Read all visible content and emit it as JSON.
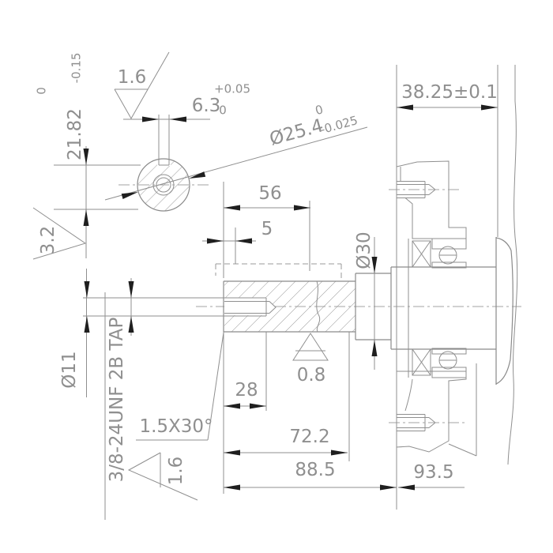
{
  "colors": {
    "line": "#8f8f8f",
    "arrow": "#1f1f1f",
    "background": "#ffffff"
  },
  "labels": {
    "keyway_depth": {
      "value": "21.82",
      "tol_upper": "0",
      "tol_lower": "-0.15"
    },
    "keyway_width": {
      "value": "6.3",
      "tol_upper": "+0.05",
      "tol_lower": "0"
    },
    "shaft_diameter": {
      "value": "Ø25.4",
      "tol_upper": "0",
      "tol_lower": "-0.025"
    },
    "bearing_span": "38.25±0.1",
    "keyway_length": "56",
    "keyway_offset": "5",
    "collar_diameter": "Ø30",
    "tap_drill_diameter": "Ø11",
    "thread_callout": "3/8-24UNF 2B TAP",
    "chamfer": "1.5X30°",
    "thread_depth": "28",
    "shaft_length": "72.2",
    "length_to_face": "88.5",
    "overall_length": "93.5",
    "roughness_keyway_side": "1.6",
    "roughness_keyway_flat": "3.2",
    "roughness_shaft": "0.8",
    "roughness_end_face": "1.6"
  }
}
